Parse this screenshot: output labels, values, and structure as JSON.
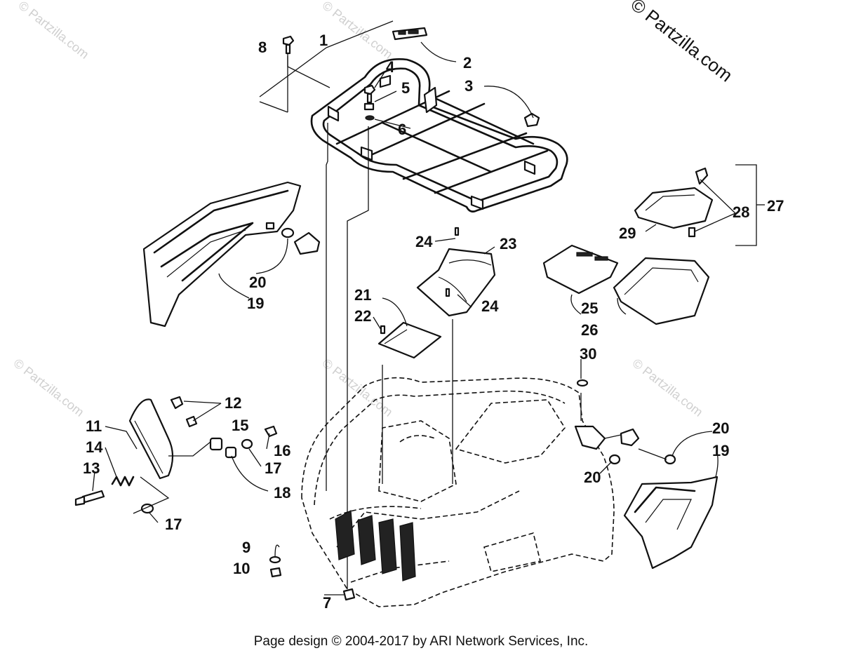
{
  "watermark": {
    "text": "© Partzilla.com",
    "brand": "© Partzilla.com"
  },
  "footer": {
    "text": "Page design © 2004-2017 by ARI Network Services, Inc."
  },
  "callouts": [
    "1",
    "2",
    "3",
    "4",
    "5",
    "6",
    "7",
    "8",
    "9",
    "10",
    "11",
    "12",
    "13",
    "14",
    "15",
    "16",
    "17",
    "17",
    "18",
    "19",
    "19",
    "20",
    "20",
    "20",
    "21",
    "22",
    "23",
    "24",
    "24",
    "25",
    "26",
    "27",
    "28",
    "29",
    "30"
  ]
}
